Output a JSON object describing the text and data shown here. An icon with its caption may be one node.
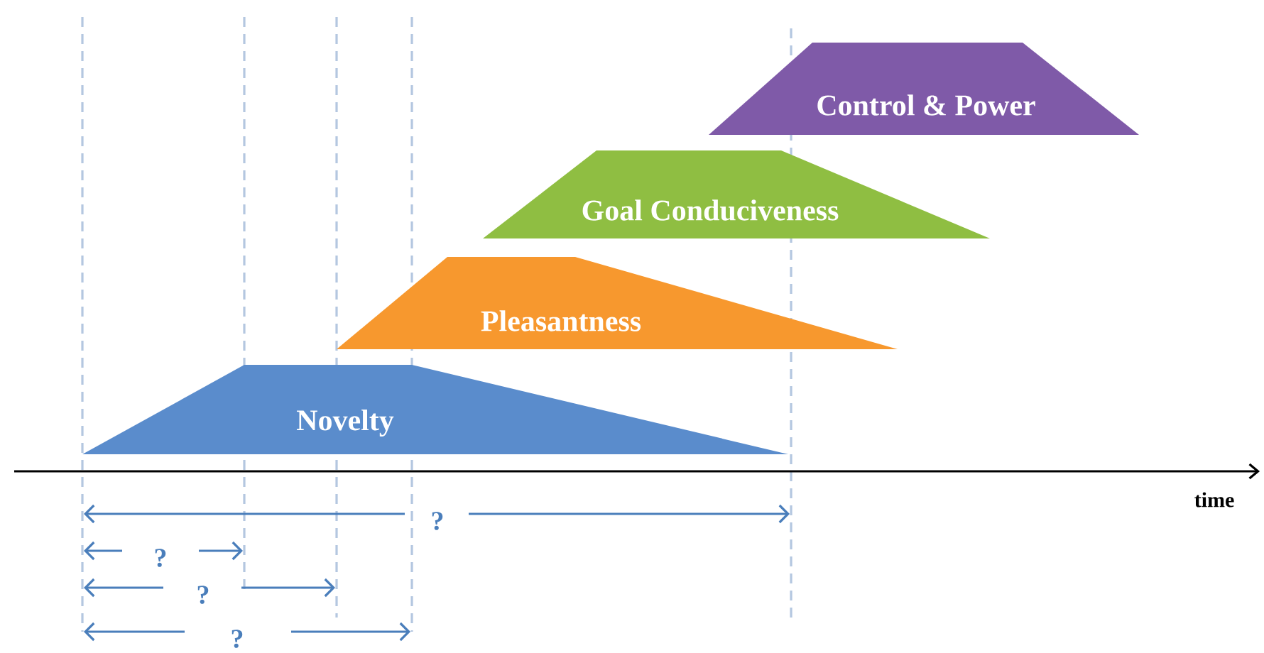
{
  "diagram": {
    "nodes": [
      {
        "text": [
          "Novelty"
        ]
      },
      {
        "text": [
          "Pleasantness"
        ]
      },
      {
        "text": [
          "Goal Conduciveness"
        ]
      },
      {
        "text": [
          "Control & Power"
        ]
      }
    ],
    "labels": [
      "time",
      "?",
      "?",
      "?",
      "?"
    ]
  }
}
